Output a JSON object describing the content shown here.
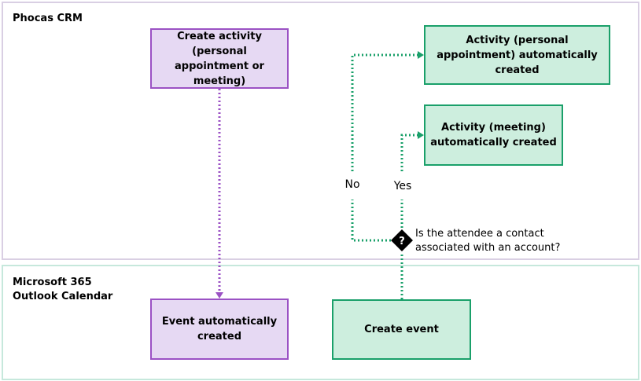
{
  "lanes": {
    "crm": {
      "title": "Phocas CRM",
      "border_color": "#d9cfe3"
    },
    "outlook": {
      "title": "Microsoft 365\nOutlook Calendar",
      "border_color": "#c6e8dc"
    }
  },
  "nodes": {
    "create_activity": "Create activity (personal appointment or meeting)",
    "activity_personal": "Activity (personal appointment) automatically created",
    "activity_meeting": "Activity (meeting) automatically created",
    "event_auto": "Event automatically created",
    "create_event": "Create event"
  },
  "decision": {
    "question": "Is the attendee a contact\nassociated with an account?",
    "symbol": "?",
    "no_label": "No",
    "yes_label": "Yes"
  },
  "colors": {
    "purple_fill": "#e6d9f3",
    "purple_stroke": "#9b52c4",
    "green_fill": "#cdeede",
    "green_stroke": "#1aa06a",
    "decision_fill": "#000000"
  },
  "icons": {
    "decision": "diamond-icon"
  }
}
